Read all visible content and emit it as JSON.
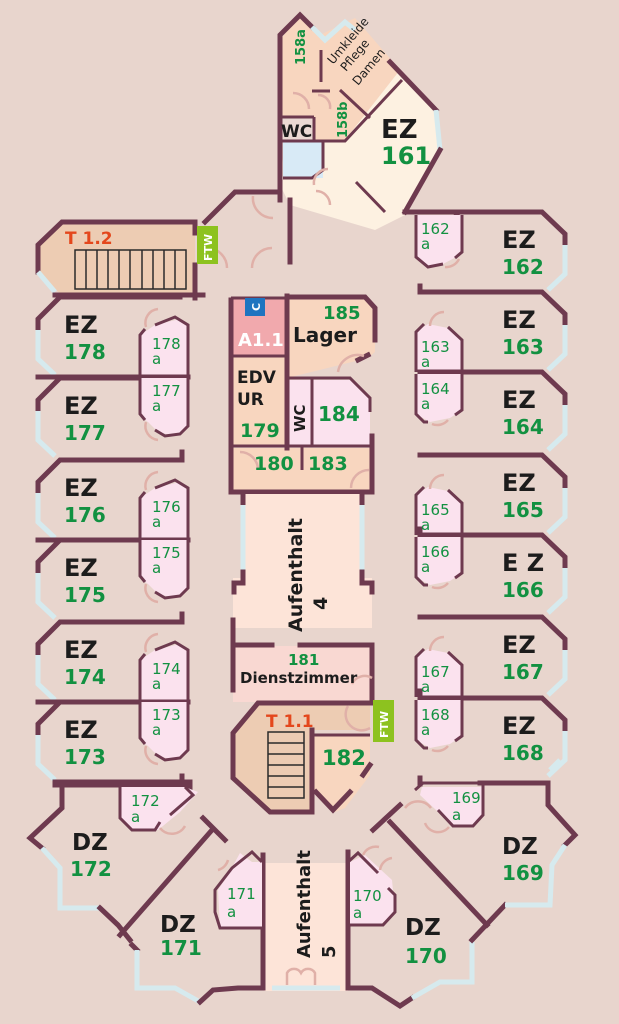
{
  "colors": {
    "background": "#e8d5cd",
    "wall": "#6e3a4f",
    "window": "#d6eaee",
    "door": "#e0b0a8",
    "room_number": "#129141",
    "room_type": "#1c1c1c",
    "stair_label": "#e4471c",
    "ftw_badge": "#8dc21f",
    "c_badge": "#1f74c0",
    "a11_room": "#f1a9ad"
  },
  "top": {
    "r158a": "158a",
    "r158b": "158b",
    "umkleide": [
      "Umkleide",
      "Pflege",
      "Damen"
    ],
    "wc": "WC",
    "ez161": {
      "type": "EZ",
      "num": "161"
    }
  },
  "stairs": {
    "t12": {
      "label": "T 1.2",
      "ftw": "FTW"
    },
    "t11": {
      "label": "T 1.1",
      "ftw": "FTW"
    }
  },
  "core": {
    "c_badge": "C",
    "a11": "A1.1",
    "r185": {
      "num": "185",
      "name": "Lager"
    },
    "r179": {
      "line1": "EDV",
      "line2": "UR",
      "num": "179"
    },
    "wc": "WC",
    "r184": "184",
    "r180": "180",
    "r183": "183",
    "aufenthalt4": {
      "name": "Aufenthalt",
      "num": "4"
    },
    "r181": {
      "num": "181",
      "name": "Dienstzimmer"
    },
    "r182": "182",
    "aufenthalt5": {
      "name": "Aufenthalt",
      "num": "5"
    }
  },
  "left_rooms": [
    {
      "type": "EZ",
      "num": "178",
      "bath": [
        "178",
        "a"
      ]
    },
    {
      "type": "EZ",
      "num": "177",
      "bath": [
        "177",
        "a"
      ]
    },
    {
      "type": "EZ",
      "num": "176",
      "bath": [
        "176",
        "a"
      ]
    },
    {
      "type": "EZ",
      "num": "175",
      "bath": [
        "175",
        "a"
      ]
    },
    {
      "type": "EZ",
      "num": "174",
      "bath": [
        "174",
        "a"
      ]
    },
    {
      "type": "EZ",
      "num": "173",
      "bath": [
        "173",
        "a"
      ]
    }
  ],
  "right_rooms": [
    {
      "type": "EZ",
      "num": "162",
      "bath": [
        "162",
        "a"
      ]
    },
    {
      "type": "EZ",
      "num": "163",
      "bath": [
        "163",
        "a"
      ]
    },
    {
      "type": "EZ",
      "num": "164",
      "bath": [
        "164",
        "a"
      ]
    },
    {
      "type": "EZ",
      "num": "165",
      "bath": [
        "165",
        "a"
      ]
    },
    {
      "type": "E Z",
      "num": "166",
      "bath": [
        "166",
        "a"
      ]
    },
    {
      "type": "EZ",
      "num": "167",
      "bath": [
        "167",
        "a"
      ]
    },
    {
      "type": "EZ",
      "num": "168",
      "bath": [
        "168",
        "a"
      ]
    }
  ],
  "bottom_rooms": {
    "dz172": {
      "type": "DZ",
      "num": "172",
      "bath": [
        "172",
        "a"
      ]
    },
    "dz171": {
      "type": "DZ",
      "num": "171",
      "bath": [
        "171",
        "a"
      ]
    },
    "dz170": {
      "type": "DZ",
      "num": "170",
      "bath": [
        "170",
        "a"
      ]
    },
    "dz169": {
      "type": "DZ",
      "num": "169",
      "bath": [
        "169",
        "a"
      ]
    }
  }
}
